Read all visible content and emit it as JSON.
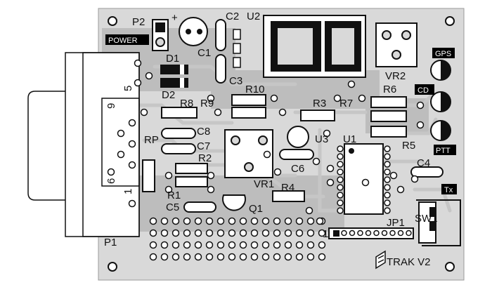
{
  "colors": {
    "board": "#d9d9d9",
    "copper": "#bdbdbd",
    "trace": "#c8c8c8",
    "ink": "#111111",
    "pad": "#ffffff",
    "mask": "#000000"
  },
  "labels": {
    "p2": "P2",
    "plus": "+",
    "c2": "C2",
    "u2": "U2",
    "power": "POWER",
    "c1": "C1",
    "d1": "D1",
    "d2": "D2",
    "c3": "C3",
    "vr2": "VR2",
    "gps": "GPS",
    "r10": "R10",
    "r6": "R6",
    "cd": "CD",
    "pin5": "5",
    "pin9": "9",
    "r8": "R8",
    "r9": "R9",
    "r3": "R3",
    "r7": "R7",
    "c8": "C8",
    "rp": "RP",
    "c7": "C7",
    "u3": "U3",
    "u1": "U1",
    "r5": "R5",
    "ptt": "PTT",
    "r2": "R2",
    "c6": "C6",
    "c4": "C4",
    "pin6": "6",
    "pin1": "1",
    "vr1": "VR1",
    "r4": "R4",
    "tx": "Tx",
    "r1": "R1",
    "c5": "C5",
    "q1": "Q1",
    "sw1": "SW1",
    "jp1": "JP1",
    "jp1_pin1": "1",
    "p1": "P1",
    "board_name": "TRAK V2"
  }
}
